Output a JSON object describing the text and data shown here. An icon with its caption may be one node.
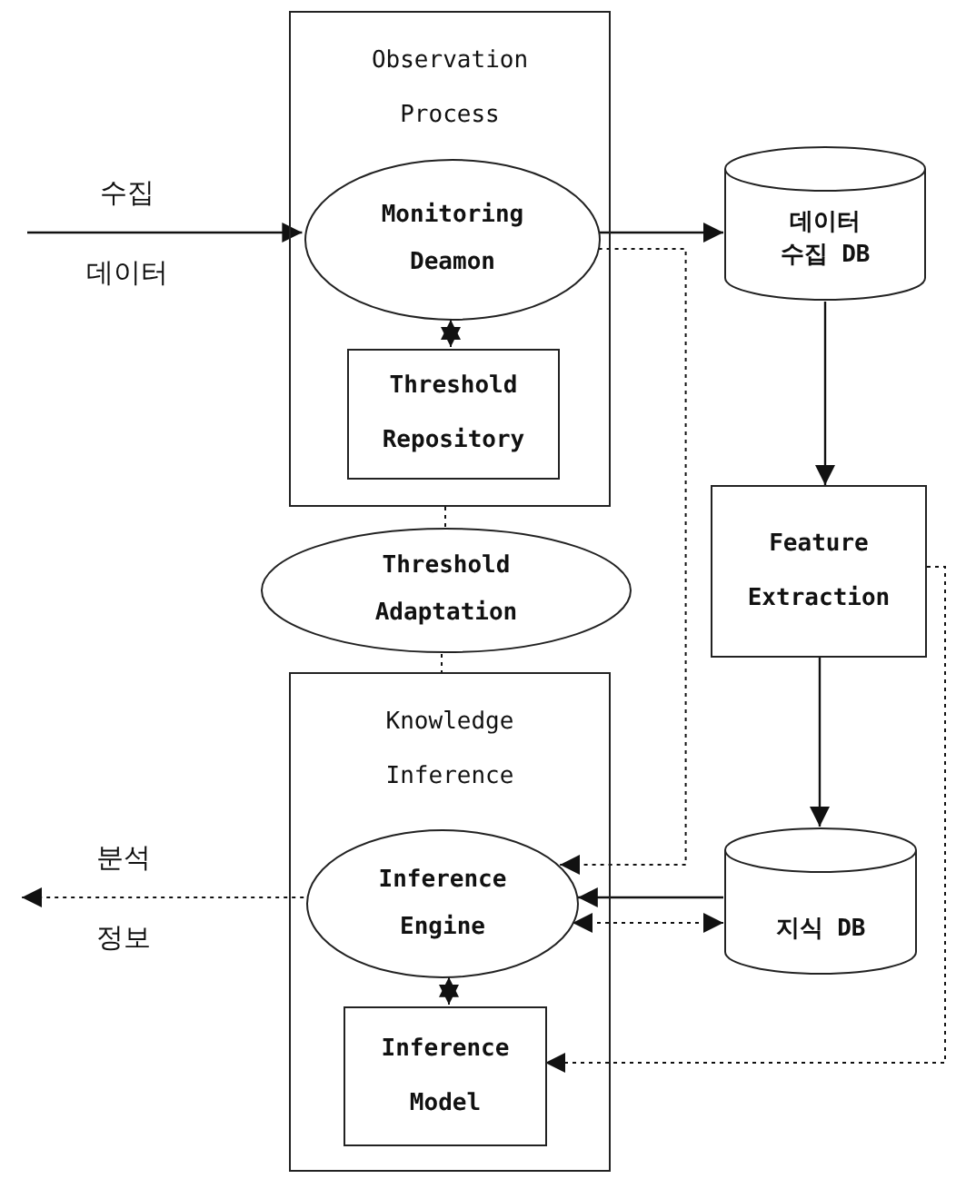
{
  "diagram": {
    "nodes": [
      {
        "text": [
          "Observation Process"
        ]
      },
      {
        "text": [
          "Monitoring Deamon"
        ],
        "in": 0
      },
      {
        "text": [
          "Threshold Repository"
        ],
        "in": 0
      },
      {
        "text": [
          "데이터 수집 DB"
        ]
      },
      {
        "text": [
          "Threshold Adaptation"
        ]
      },
      {
        "text": [
          "Feature Extraction"
        ]
      },
      {
        "text": [
          "Knowledge Inference"
        ]
      },
      {
        "text": [
          "Inference Engine"
        ],
        "in": 6
      },
      {
        "text": [
          "Inference Model"
        ],
        "in": 6
      },
      {
        "text": [
          "지식 DB"
        ]
      }
    ],
    "edges": [
      {
        "from": null,
        "to": 1,
        "arrow": "to",
        "label": "수집 데이터"
      },
      {
        "from": 1,
        "to": 2,
        "arrow": "both",
        "style": "dashed"
      },
      {
        "from": 1,
        "to": 3,
        "arrow": "to"
      },
      {
        "from": 1,
        "to": 7,
        "arrow": "to",
        "style": "dashed"
      },
      {
        "from": 3,
        "to": 5,
        "arrow": "to"
      },
      {
        "from": 5,
        "to": 9,
        "arrow": "to"
      },
      {
        "from": 9,
        "to": 7,
        "arrow": "to"
      },
      {
        "from": 7,
        "to": 9,
        "arrow": "both",
        "style": "dashed"
      },
      {
        "from": 7,
        "to": 8,
        "arrow": "both",
        "style": "dashed"
      },
      {
        "from": 5,
        "to": 8,
        "arrow": "to",
        "style": "dashed"
      },
      {
        "from": 0,
        "to": 4,
        "arrow": "none",
        "style": "dashed"
      },
      {
        "from": 4,
        "to": 6,
        "arrow": "none",
        "style": "dashed"
      },
      {
        "from": 7,
        "to": null,
        "arrow": "to",
        "style": "dashed",
        "label": "분석 정보"
      }
    ]
  }
}
